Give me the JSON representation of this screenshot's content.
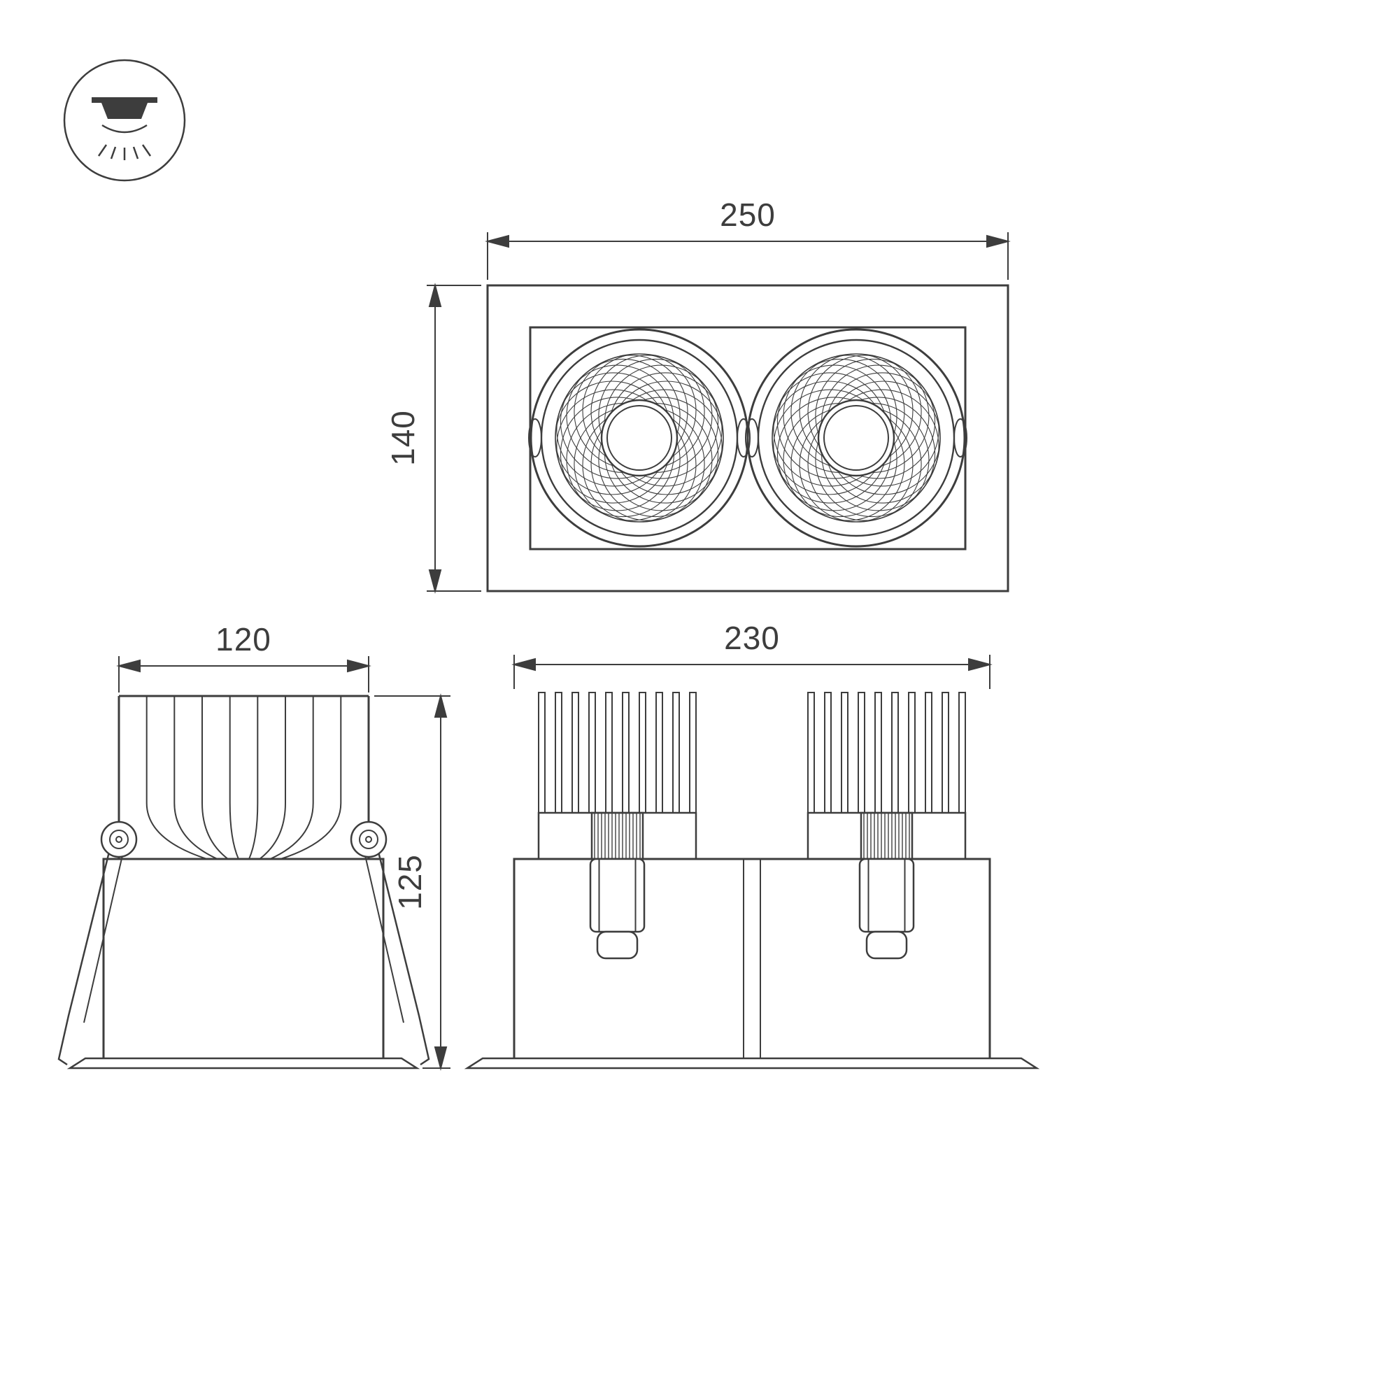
{
  "drawing": {
    "line_color": "#3d3d3d",
    "background": "#ffffff"
  },
  "icon": {
    "name": "recessed-downlight-icon"
  },
  "dimensions": {
    "front": {
      "width": "250",
      "height": "140"
    },
    "side": {
      "width": "120",
      "height": "125"
    },
    "rear": {
      "width": "230"
    }
  }
}
